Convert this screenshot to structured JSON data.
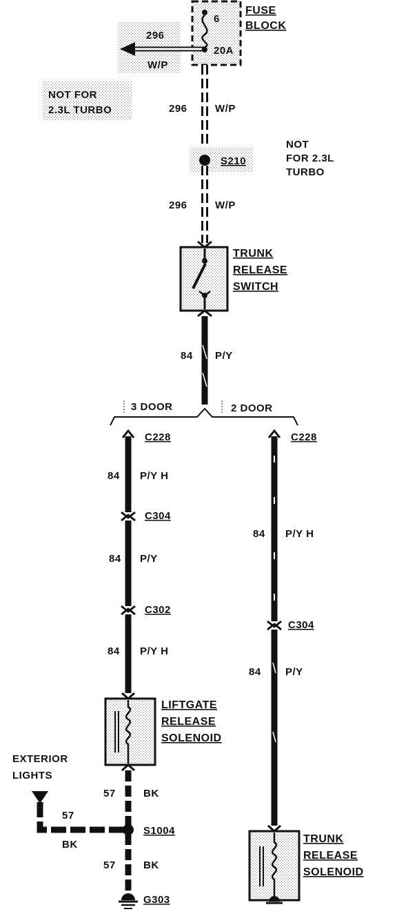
{
  "fuse_block": {
    "line1": "FUSE",
    "line2": "BLOCK",
    "pin_top": "6",
    "rating": "20A"
  },
  "branch_out": {
    "circuit": "296",
    "color": "W/P"
  },
  "note_left": {
    "line1": "NOT FOR",
    "line2": "2.3L TURBO"
  },
  "note_right": {
    "line1": "NOT",
    "line2": "FOR 2.3L",
    "line3": "TURBO"
  },
  "wire_296_a": {
    "circuit": "296",
    "color": "W/P"
  },
  "splice_s210": "S210",
  "wire_296_b": {
    "circuit": "296",
    "color": "W/P"
  },
  "trunk_switch": {
    "line1": "TRUNK",
    "line2": "RELEASE",
    "line3": "SWITCH"
  },
  "wire_84_main": {
    "circuit": "84",
    "color": "P/Y"
  },
  "branch": {
    "left": "3 DOOR",
    "right": "2 DOOR"
  },
  "left": {
    "c228": "C228",
    "w1": {
      "circuit": "84",
      "color": "P/Y H"
    },
    "c304": "C304",
    "w2": {
      "circuit": "84",
      "color": "P/Y"
    },
    "c302": "C302",
    "w3": {
      "circuit": "84",
      "color": "P/Y H"
    },
    "solenoid": {
      "line1": "LIFTGATE",
      "line2": "RELEASE",
      "line3": "SOLENOID"
    },
    "w4": {
      "circuit": "57",
      "color": "BK"
    },
    "ext": {
      "line1": "EXTERIOR",
      "line2": "LIGHTS"
    },
    "w_ext": {
      "circuit": "57",
      "color": "BK"
    },
    "s1004": "S1004",
    "w5": {
      "circuit": "57",
      "color": "BK"
    },
    "ground": "G303"
  },
  "right": {
    "c228": "C228",
    "w1": {
      "circuit": "84",
      "color": "P/Y H"
    },
    "c304": "C304",
    "w2": {
      "circuit": "84",
      "color": "P/Y"
    },
    "solenoid": {
      "line1": "TRUNK",
      "line2": "RELEASE",
      "line3": "SOLENOID"
    }
  }
}
